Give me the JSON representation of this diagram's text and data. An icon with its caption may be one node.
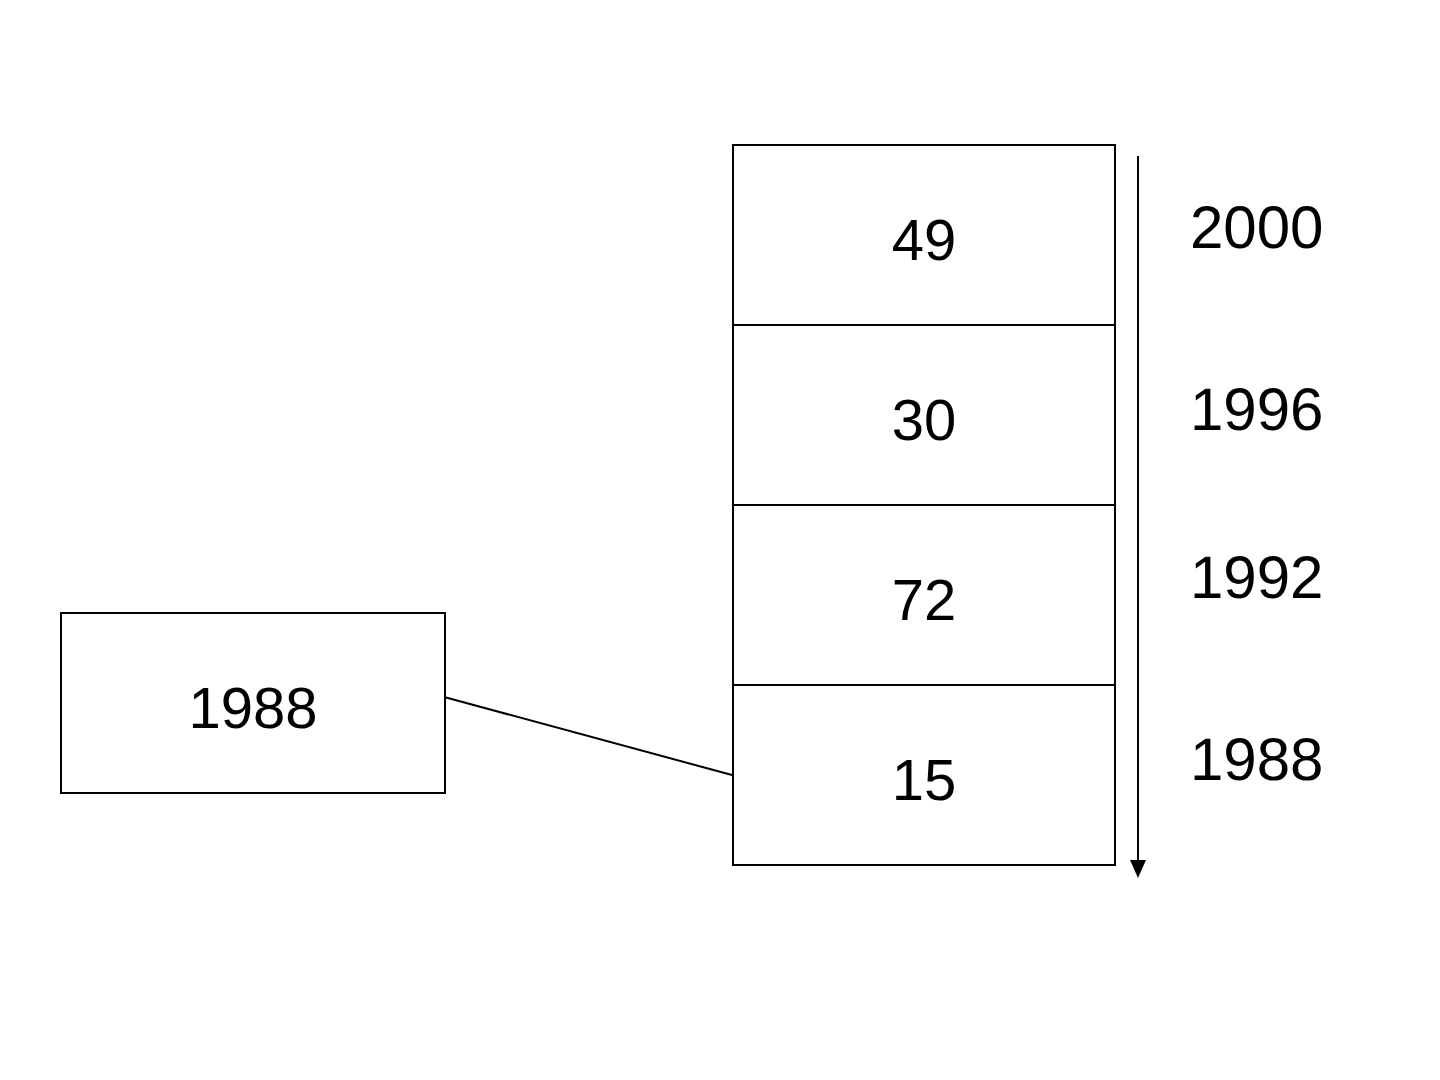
{
  "diagram": {
    "nodes": [
      {
        "text": [
          "49"
        ],
        "beside": [
          "2000"
        ]
      },
      {
        "text": [
          "30"
        ],
        "beside": [
          "1996"
        ]
      },
      {
        "text": [
          "72"
        ],
        "beside": [
          "1992"
        ]
      },
      {
        "text": [
          "15"
        ],
        "beside": [
          "1988"
        ]
      },
      {
        "text": [
          "1988"
        ]
      }
    ],
    "edges": [
      {
        "from": 4,
        "to": 3,
        "arrow": "none"
      }
    ]
  }
}
